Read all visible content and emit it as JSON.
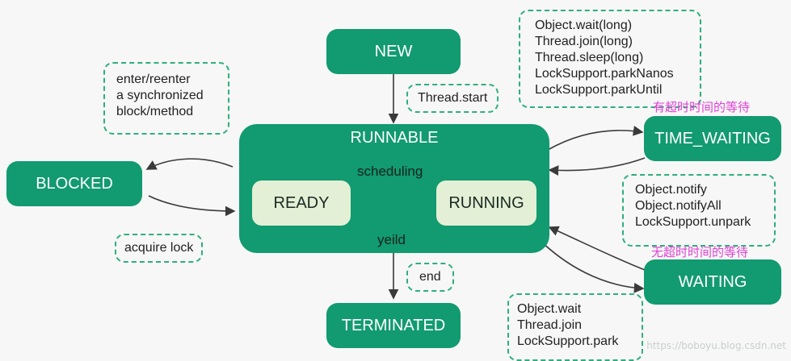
{
  "states": {
    "new": "NEW",
    "runnable": "RUNNABLE",
    "ready": "READY",
    "running": "RUNNING",
    "blocked": "BLOCKED",
    "time_waiting": "TIME_WAITING",
    "waiting": "WAITING",
    "terminated": "TERMINATED"
  },
  "labels": {
    "thread_start": "Thread.start",
    "scheduling": "scheduling",
    "yeild": "yeild",
    "end": "end",
    "acquire_lock": "acquire lock"
  },
  "notes": {
    "enter_reenter": [
      "enter/reenter",
      "a synchronized",
      "block/method"
    ],
    "timed_methods": [
      "Object.wait(long)",
      "Thread.join(long)",
      "Thread.sleep(long)",
      "LockSupport.parkNanos",
      "LockSupport.parkUntil"
    ],
    "notify_methods": [
      "Object.notify",
      "Object.notifyAll",
      "LockSupport.unpark"
    ],
    "untimed_methods": [
      "Object.wait",
      "Thread.join",
      "LockSupport.park"
    ]
  },
  "annotations": {
    "timed_wait": "有超时时间的等待",
    "untimed_wait": "无超时时间的等待"
  },
  "watermark": "https://boboyu.blog.csdn.net",
  "colors": {
    "state_fill": "#129a70",
    "sub_state_fill": "#e3f0d6",
    "dashed_border": "#2fae7e",
    "annotation_text": "#e23fd6"
  }
}
